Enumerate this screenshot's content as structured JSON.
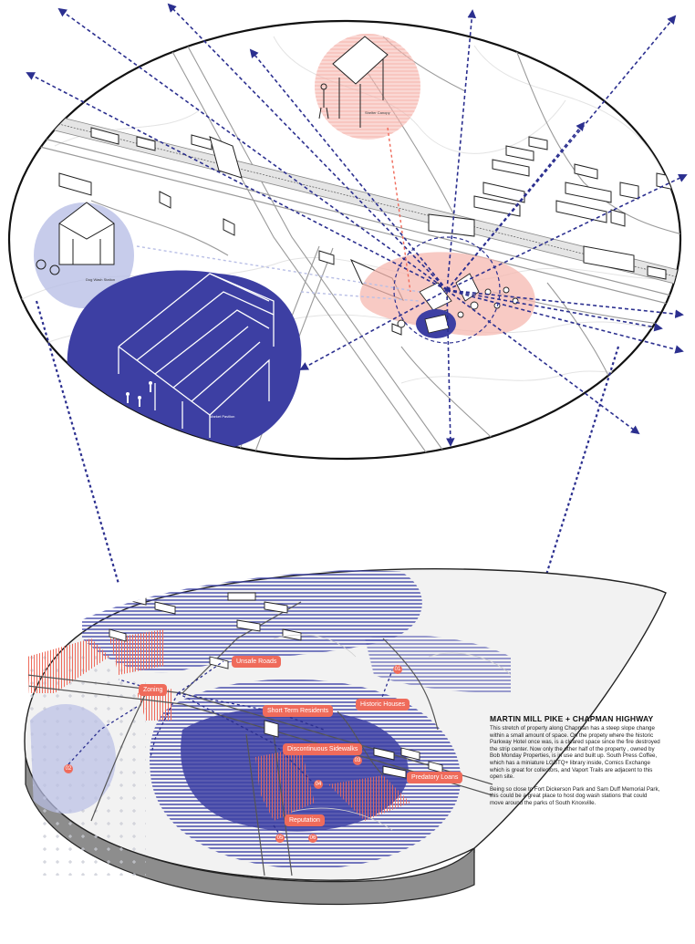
{
  "text_panel": {
    "title": "MARTIN MILL PIKE + CHAPMAN HIGHWAY",
    "paragraph_1": "This stretch of property along Chapman has a steep slope change within a small amount of space. On the propety where the historic Parkway Hotel once was, is a cleared space since the fire destroyed the strip center. Now only the other half of the property , owned by  Bob Monday Properties, is in use and built up. South Press Coffee, which has a miniature LGBTQ+ library inside, Comics Exchange which is great for collectors, and Vaport Trails are adjacent to this open site.",
    "paragraph_2": "Being so close to Fort Dickerson Park and Sam Duff Memorial Park, this could be a great place to host dog wash stations that could move around the parks of South Knoxville."
  },
  "issue_tags": [
    {
      "label": "Unsafe Roads"
    },
    {
      "label": "Zoning"
    },
    {
      "label": "Short Term Residents"
    },
    {
      "label": "Historic Houses"
    },
    {
      "label": "Discontinuous Sidewalks"
    },
    {
      "label": "Predatory Loans"
    },
    {
      "label": "Reputation"
    }
  ],
  "number_markers": [
    "01",
    "02",
    "03",
    "04",
    "05",
    "06"
  ],
  "callout_captions": {
    "dog_wash": "Dog Wash Station",
    "shelter": "Shelter Canopy",
    "pavilion": "Market Pavilion"
  },
  "colors": {
    "navy": "#2b2f8f",
    "blue_fill": "#3d3fa3",
    "light_blue": "#b9bfe6",
    "coral": "#ef6b5b",
    "pink": "#f5b8b0",
    "map_grey": "#d9d9d9"
  }
}
